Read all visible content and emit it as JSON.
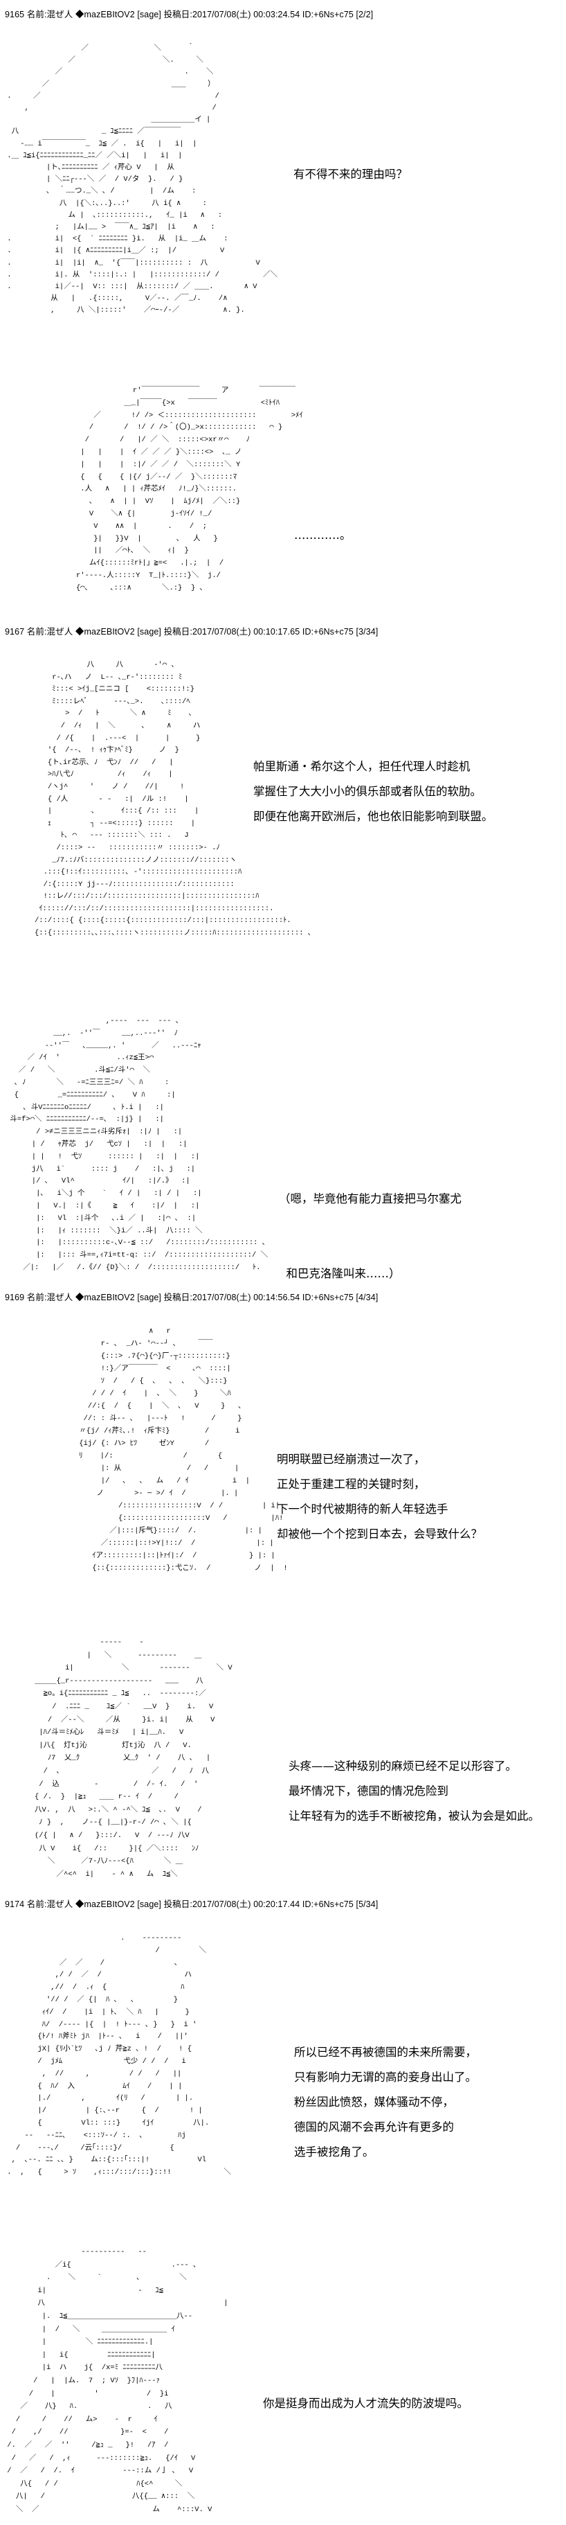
{
  "posts": [
    {
      "header": "9165 名前:混ぜ人 ◆mazEBItOV2 [sage] 投稿日:2017/07/08(土) 00:03:24.54 ID:+6Ns+c75 [2/2]",
      "panels": [
        {
          "art": "                  ／               ＼      ｀\n               ／                    ＼.     ＼\n            ／                            .    ＼\n         ／                            ＿＿     ）\n .     ／                                        /\n     ,                                          /\n                                  ＿＿＿＿＿＿イ |\n  八                   _ ﾕ≦ﾆﾆﾆﾆ ／￣￣￣￣￣\n    ‐…… i￣￣￣￣￣￣_  ﾕ≦ ／ .  i{   |   i|  |\n .＿ ﾕ≦i{ﾆﾆﾆﾆﾆﾆﾆﾆﾆﾆﾆﾆ_ﾆﾆ／ ／＼i|   |   i|  |\n          |ト､ﾆﾆﾆﾆﾆﾆﾆﾆﾆﾆ ／ ｨ芹心 V   |  从\n          | ＼ﾆﾆ┌‐‐‐＼ ／  / V/タ  }.   / }\n          ､  ｀……つ._＼ ､ /        |  /ム    :\n             八  |{＼:､..}..:'     八 i{ ∧     :\n               ム |  ､:::::::::::.,   ｲ_ |i   ∧   :\n            ;   |ム|__ >  ￣￣∧_ ﾕ≦ｱ|  |i    ∧   :\n .          i|  <{  ` ﾆﾆﾆﾆﾆﾆﾆﾆ }i.   从  |i_ ＿ム    :\n .          i|  |{ ∧ﾆﾆﾆﾆﾆﾆﾆﾆﾆ|i＿／ :;  |/          V\n .          i|  |i|  ∧_  '{￣￣|:::::::::: :  八           V\n .          i|. 从  '::::|:.: |   |::::::::::::/ /          ／＼\n .          i|／‐‐|  V:: :::|  从:::::::/ ／ ＿＿.       ∧ V\n           从   |   .{:::::,     V／‐‐. ／￣_ﾉ.    /∧\n           ,     八 ＼|:::::'    ／⌒ｰ-/-／          ∧. }.",
          "lines": [
            "有不得不来的理由吗？"
          ]
        },
        {
          "art": "             r'￣￣￣￣￣￣￣￣     ア       ￣￣￣￣￣\n           ＿_|￣￣￣{>x   ￣￣￣￣          <ﾐﾄｲﾊ\n    ／       !/ /> ＜:::::::::::::::::::::        >ﾒｲ\n   /       /  !/ / />＾(〇)_>x::::::::::::   ⌒ }\n  /       /   |/ ／ ＼  :::::<>xr〃⌒    ﾉ\n |   |    |  ｲ ／ ／ ／ }＼::::<>  ､_ ノ\n |   |    |  :|/ ／ ／ /  ＼:::::::＼ Y\n {   {    { |{/ j／‐‐/ ／  }＼:::::::ﾏ\n .人   ∧   | | ｨ芹芯ﾒｲ   ﾉ!_ﾉ}＼::::::.\n   ､    ∧  | |  Vｿ    |  ﾑj/ﾒ|  ／＼::}\n   V    ＼∧ {|        j-ｲｿｲ/ !_/\n    V    ∧∧  |       .    /  ;\n    }|   }}V  |        ､   人   }\n    ||   ／⌒ﾄ､  ＼    ｨ|  }\n   ムｲ{::::::ﾐrﾄ|」≧=<   .|.;  |  /\nr'‐‐‐‐.人:::::Y  T_|ﾄ.::::}＼  j./\n{⌒､     ､:::∧       ＼.:}  } ､",
          "lines": [
            "…………。"
          ]
        }
      ]
    },
    {
      "header": "9167 名前:混ぜ人 ◆mazEBItOV2 [sage] 投稿日:2017/07/08(土) 00:10:17.65 ID:+6Ns+c75 [3/34]",
      "panels": [
        {
          "art": "            八     八       ‐'⌒ ､\n    r‐､ハ   ノ  L‐‐ ､_r‐':::::::: ﾐ\n    ﾐ:::< >ｲj_[ニニコ [    <:::::::!:}\n    ﾐ::::レﾍﾞ      ‐‐‐､_>.    ､::::/ﾍ\n       >  /   ﾄ       ＼ ∧     ﾐ    ､\n      /  /ｨ   |  ＼      ､     ∧     ハ\n     / /{    |  .‐‐‐<  |      |      }\n   '{  /‐‐､  ! ｨｩ卞ｧﾍﾞﾐ}      ノ  }\n   {ト､ir芯示､ ﾉ  弋ﾝﾉ  //   /   |\n   >ﾊ八弋ﾉ          /ｨ    /ｨ    |\n   /ヽj^     '    ノ /    //|     !\n   { /人       ‐ ‐   :|  /ル :!    |\n   |         ､      ｲ:::{ /:: :::    |\n   ｪ         ┐ ‐‐=<:::::} ::::::    |\n      ﾄ､ ⌒   ‐‐‐ :::::::＼ ::: .   J\n     /::::> ‐‐   :::::::::::〃 :::::::>‐ .ﾉ\n    _ﾉ7.:ﾉバ::::::::::::::ノノ::::::://:::::::ヽ\n  .:::{!::ｲ::::::::::､ ‐'::::::::::::::::::::::ﾊ\n  /:{:::::Y jj‐‐‐ﾉ:::::::::::::::/::::::::::::\n  !::レ//:::/:::/:::::::::::::::::|::::::::::::::::ﾊ\n ｲ::::://:::/::/::::::::::::::::::::|:::::::::::::::::.\n/::/::::{ {::::{:::::{:::::::::::::/:::|:::::::::::::::::ﾄ.\n{::{:::::::::､､:::､::::ヽ::::::::::ノ:::::ﾊ:::::::::::::::::::: ､",
          "lines": [
            "帕里斯通・希尔这个人，担任代理人时趁机",
            "掌握住了大大小小的俱乐部或者队伍的软肋。",
            "即便在他离开欧洲后，他也依旧能影响到联盟。"
          ]
        },
        {
          "art": "                       ,‐‐‐‐  ‐‐‐  ‐‐‐ ､\n           __,.  ‐''￣     __,..‐‐‐''  ﾉ\n         ‐‐''￣   ､_____,. '      ／   ..‐‐‐ﾆｬ\n     ／ /ｲ  '             ..ｨz≦王>⌒\n   ／ /   ＼         .斗≦ﾆ/斗'⌒  ＼\n  ､ ﾉ       ＼   ‐=ﾆ三三三ﾆ=/ ＼ ﾊ     :\n  {         _=ﾆﾆﾆﾆﾆﾆﾆﾆﾆﾆ/ ､    V ﾊ     :|\n    ､ 斗Vﾆﾆﾆﾆﾆﾆoﾆﾆﾆﾆﾆ/     ､ ﾄ.i |   :|\n 斗=f>⌒＼ ﾆﾆﾆﾆﾆﾆﾆﾆﾆﾆﾆ/‐‐=､  :|j} |   :|\n       / >≠ニ三三三ニニｨ斗劣斥ｫ|  :|ﾉ |   :|\n      | /   ｬ芹芯  j/   弋cｿ |   :|  |   :|\n      | |   !  弋ｿ      :::::: |   :|  |   :|\n      j八   i`      :::: j    /   :|､ j   :|\n      |/ ､   Vl^           ｲ/|   :|/.》  :|\n       |､   i＼j 个    `   ｲ / |   :| / |   :|\n       |   V.|  :|《     ≧   ｲ    :|/  |   :|\n       |:   Vl  :|斗个   ､.i ／ |   :|⌒ ､  :|\n       |:   |ｨ :::::::  ＼}i／ ..斗|  八:::: ＼\n       |:   |::::::::::c‐､V‐‐≦ ::/   /::::::::/::::::::::: ､\n       |:   |::: 斗==,ｨ7i=tt‐q: ::/  /:::::::::::::::::::/ ＼\n    ／|:   |／   /.《// {D}＼: /  /:::::::::::::::::::/   ﾄ.",
          "lines": [
            "（嗯，毕竟他有能力直接把马尔塞尤",
            "  和巴克洛隆叫来……）"
          ]
        }
      ]
    },
    {
      "header": "9169 名前:混ぜ人 ◆mazEBItOV2 [sage] 投稿日:2017/07/08(土) 00:14:56.54 ID:+6Ns+c75 [4/34]",
      "panels": [
        {
          "art": "                 ∧   r\n      r‐ ､  _ハ‐ '⌒‐‐┘ ､     ￣￣\n      {:::> .7{⌒}{⌒}厂‐┬:::::::::::}\n      !:}／ア￣￣￣￣  <     ､⌒  ::::|\n      ｿ  /   / {  ､   ､  ､   ＼}:::}\n    / / /  ｲ    |  ､  ＼    }     ＼ﾊ\n   //:{  /  {    |  ＼  ､   V     }   ､\n  //: : 斗‐‐ ､   |‐‐‐ﾄ   !      /     }\n 〃{j/ /ｨ芹ﾐ､.!  ｨ斥卞ﾐ}        /      i\n {ij/ {: ハ> ﾋﾂ     ゼﾝY       /\n ﾘ    |/:                /       {\n      |: 从               /   /      |\n      |/   ､   ､   ム   / ｲ          i  |\n     ノ       >‐ ─ >/ ｲ  /        |. |\n          /:::::::::::::::::V  / /         | i|\n          {:::::::::::::::::::V   /          |ﾊ!\n        ／|:::|斥气}::::/  /.           |: |\n      ／::::::|::!>Y|!::/  /              |: |\n    ｲア:::::::::|::|ﾄｧｲ|:/  /            } |: |\n    {::{:::::::::::::}:弋こｿ.  /          ノ  |  !",
          "lines": [
            "明明联盟已经崩溃过一次了，",
            "正处于重建工程的关键时刻，",
            "下一个时代被期待的新人年轻选手",
            "却被他一个个挖到日本去，会导致什么？"
          ]
        },
        {
          "art": "               ‐‐‐‐‐    ‐\n            |   ＼      ‐‐‐‐‐‐‐‐‐    ＿\n       i|           ＼       ‐‐‐‐‐‐‐      ＼ V\n＿＿＿{_r‐‐‐‐‐‐‐‐‐‐‐‐‐‐‐‐‐‐‐   ___    八\n  ≧o。i{ﾆﾆﾆﾆﾆﾆﾆﾆﾆﾆﾆ _ ﾕ≦   ..  ‐‐‐‐‐‐‐‐:／\n    /  .ﾆﾆﾆ _    ﾕ≦／ `   __V  }    i.   V\n   /  ／‐‐＼     ／从     }i. i|    从    V\n |ﾊ/斗＝ﾐﾒ心ﾚ   斗＝ﾐﾒ   | i|__ﾊ.   V\n |八{  灯tj沁        灯tj沁  八 /   V.\n   ﾉ7  乂_ｸ          乂_ｸ  ' /    八 ､   |\n  /  ､                     ／   /   ﾉ  八\n /  込        ‐        /  /‐ ｲ.   /  '\n{ /.  }  |≧ｭ   ＿＿ r‐‐ ｲ  /     /\n八V. ,  八   >:.＼ ^ ‐^＼ ﾕ≦  ､.  V    /\n ﾉ }  ,    ノ‐‐{ |__|}‐r‐/ /⌒ ､ ＼ |{\n(/{ |   ∧ /   }:::/.   V  / ‐‐‐ﾉ 八V\n 八 V    i{   /::     }|{ ／＼::::   ﾝﾉ\n   ＼      ／7‐八ﾉ‐‐‐<{ﾊ       ＼ ＿\n     ／^<^  i|    ‐ ^ ∧   ム  ﾕ≦＼",
          "lines": [
            "头疼——这种级别的麻烦已经不足以形容了。",
            "最坏情况下，德国的情况危险到",
            "让年轻有为的选手不断被挖角，被认为会是如此。"
          ]
        }
      ]
    },
    {
      "header": "9174 名前:混ぜ人 ◆mazEBItOV2 [sage] 投稿日:2017/07/08(土) 00:20:17.44 ID:+6Ns+c75 [5/34]",
      "panels": [
        {
          "art": "                           .    ‐‐‐‐‐‐‐‐‐\n                                   /         ＼\n             ／  ／    /                ､\n            ,/ /  ／  /                   ハ\n           ,//  /  .ｨ  {                 ﾊ\n          '// /  ／ {|  ﾊ ､   ､         }\n         ｨｲ/  /    |i  | ﾄ､  ＼ ﾊ   |      }\n         ﾊ/  /‐‐‐‐ |{  |  ! ﾄ‐‐‐ ､ }   }  i '\n        {ﾄ/! ﾊ斧ﾐﾄ jﾊ  |ﾄ‐‐ ､   i    /   ||'\n        jX| {ﾘ小`ﾋﾂ   ､j ﾉ 芹≧z ､ !  /    ! {\n        /  jﾒﾑ              弋少 / /  /   i\n         ,  //     ,         / /   /   ||\n        {  ﾊ/  入           ﾑｲ    /    | |\n        |./       ,       ｲ(ﾘ   /       | |.\n        |/         | {:､‐‐r     {  /       ! |\n        {         Vl:: :::}     ｲjｲ         八|.\n     ‐‐   ‐‐ﾆﾆ､    <:::ｿ‐‐/ :.  ､        ﾊj\n   /    ‐‐‐､/     /云｢::::}/           {\n  ,  ､‐‐. ﾆﾆ ､､ }    ム::{:::｢:::|!           Vl\n .  ,   {     > ｿ    ,ｨ:::/:::/:::}::!!            ＼",
          "lines": [
            "所以已经不再被德国的未来所需要，",
            "只有影响力无谓的高的妾身出山了。",
            "粉丝因此愤怒，媒体骚动不停，",
            "德国的风潮不会再允许有更多的",
            "选手被挖角了。"
          ]
        },
        {
          "art": "                  ‐‐‐‐‐‐‐‐‐‐   ‐‐\n            ／i{                       .‐‐‐ ､\n          .    ＼     `        ､         ＼\n        i|                     -   ﾕ≦\n        八                                         |\n         |.  ﾕ≦＿＿＿＿＿＿＿＿＿＿＿＿＿＿＿八‐‐\n         |  /   ＼     ＿＿＿＿＿＿＿＿＿ ｲ\n         |         ＼ ﾆﾆﾆﾆﾆﾆﾆﾆﾆﾆﾆﾆﾆ.|\n         |   i{         ﾆﾆﾆﾆﾆﾆﾆﾆﾆﾆﾆﾆ|\n         |i  ハ    j{  /x=ﾐ ﾆﾆﾆﾆﾆﾆﾆﾆﾆ八\n       /   |  |ム.  7  ; Vｿ  }ﾌ|ﾊ‐‐‐ｧ\n      /    |         '           /  }i\n    ／    八}   ﾊ.                .   八\n   /     /    //   ム>    ‐  r     ｲ\n  /    ,/    //            }=‐  <    /\n /.  ／   ／  ''     /≧ｭ _   }!   /ｱ  /\n  /   ／   /  ,ｨ      ‐‐‐:::::::≧ｭ.   {/ｲ   V\n /  ／   /  /.  ｲ           ‐‐‐::ム /亅 ､   V\n    八{   / /                  ﾊ{<^     ＼\n   八|   /                    八{{__ ∧:::  ＼\n   ＼  ／                          ム    ^:::V. V",
          "lines": [
            "你是挺身而出成为人才流失的防波堤吗。"
          ]
        }
      ]
    }
  ]
}
